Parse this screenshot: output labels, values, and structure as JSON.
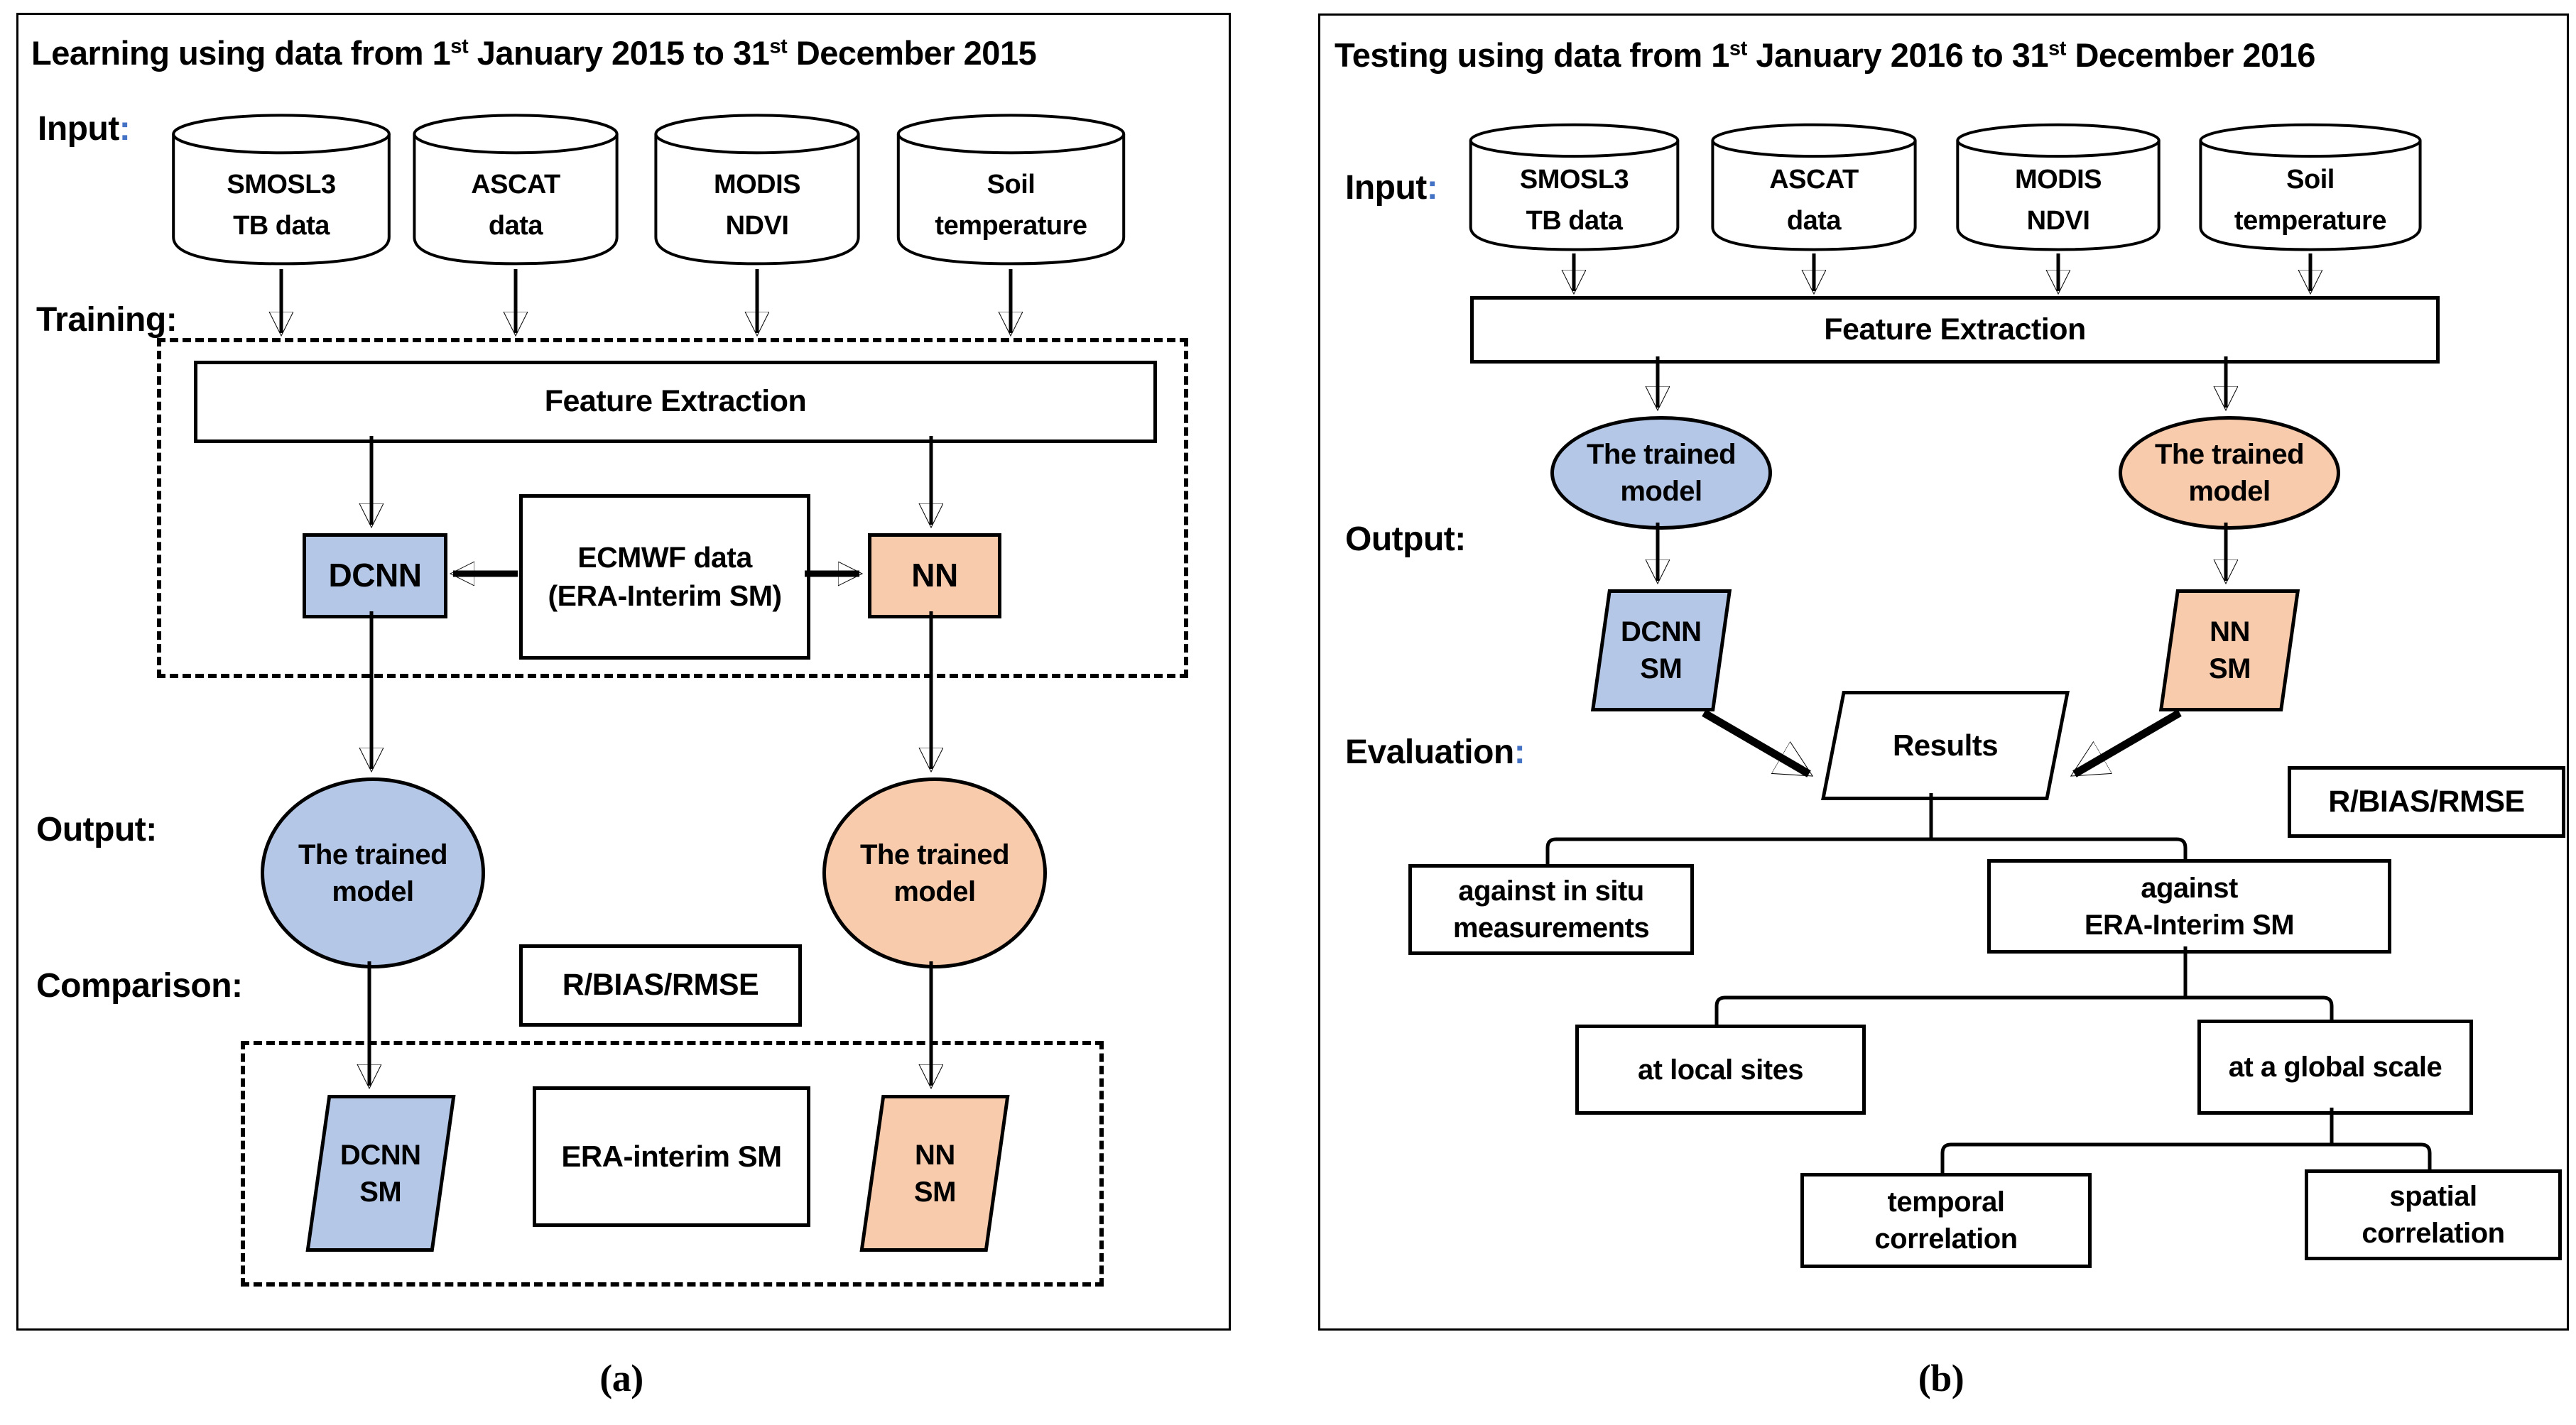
{
  "colors": {
    "blue_fill": "#b4c7e7",
    "orange_fill": "#f8cbad",
    "accent_colon": "#4472c4",
    "line": "#000000"
  },
  "panel_a": {
    "title": {
      "t1": "Learning using data from 1",
      "s1": "st",
      "t2": " January 2015 to 31",
      "s2": "st",
      "t3": " December 2015"
    },
    "labels": {
      "input": {
        "text": "Input",
        "colon": ":"
      },
      "training": {
        "text": "Training",
        "colon": ":"
      },
      "output": {
        "text": "Output",
        "colon": ":"
      },
      "comparison": {
        "text": "Comparison",
        "colon": ":"
      }
    },
    "cylinders": [
      {
        "line1": "SMOSL3",
        "line2": "TB data"
      },
      {
        "line1": "ASCAT",
        "line2": "data"
      },
      {
        "line1": "MODIS",
        "line2": "NDVI"
      },
      {
        "line1": "Soil",
        "line2": "temperature"
      }
    ],
    "feature_extraction": "Feature Extraction",
    "dcnn": "DCNN",
    "ecmwf": {
      "line1": "ECMWF data",
      "line2": "(ERA-Interim SM)"
    },
    "nn": "NN",
    "trained_left": {
      "line1": "The trained",
      "line2": "model"
    },
    "trained_right": {
      "line1": "The trained",
      "line2": "model"
    },
    "metrics": "R/BIAS/RMSE",
    "dcnn_sm": {
      "line1": "DCNN",
      "line2": "SM"
    },
    "era_interim": "ERA-interim SM",
    "nn_sm": {
      "line1": "NN",
      "line2": "SM"
    },
    "caption": "(a)"
  },
  "panel_b": {
    "title": {
      "t1": "Testing using data from 1",
      "s1": "st",
      "t2": " January 2016 to 31",
      "s2": "st",
      "t3": " December 2016"
    },
    "labels": {
      "input": {
        "text": "Input",
        "colon": ":"
      },
      "output": {
        "text": "Output",
        "colon": ":"
      },
      "evaluation": {
        "text": "Evaluation",
        "colon": ":"
      }
    },
    "cylinders": [
      {
        "line1": "SMOSL3",
        "line2": "TB data"
      },
      {
        "line1": "ASCAT",
        "line2": "data"
      },
      {
        "line1": "MODIS",
        "line2": "NDVI"
      },
      {
        "line1": "Soil",
        "line2": "temperature"
      }
    ],
    "feature_extraction": "Feature Extraction",
    "trained_left": {
      "line1": "The trained",
      "line2": "model"
    },
    "trained_right": {
      "line1": "The trained",
      "line2": "model"
    },
    "dcnn_sm": {
      "line1": "DCNN",
      "line2": "SM"
    },
    "nn_sm": {
      "line1": "NN",
      "line2": "SM"
    },
    "results": "Results",
    "metrics": "R/BIAS/RMSE",
    "against_insitu": {
      "line1": "against in situ",
      "line2": "measurements"
    },
    "against_era": {
      "line1": "against",
      "line2": "ERA-Interim SM"
    },
    "at_local": "at local sites",
    "at_global": "at a global scale",
    "temporal": {
      "line1": "temporal",
      "line2": "correlation"
    },
    "spatial": {
      "line1": "spatial",
      "line2": "correlation"
    },
    "caption": "(b)"
  }
}
